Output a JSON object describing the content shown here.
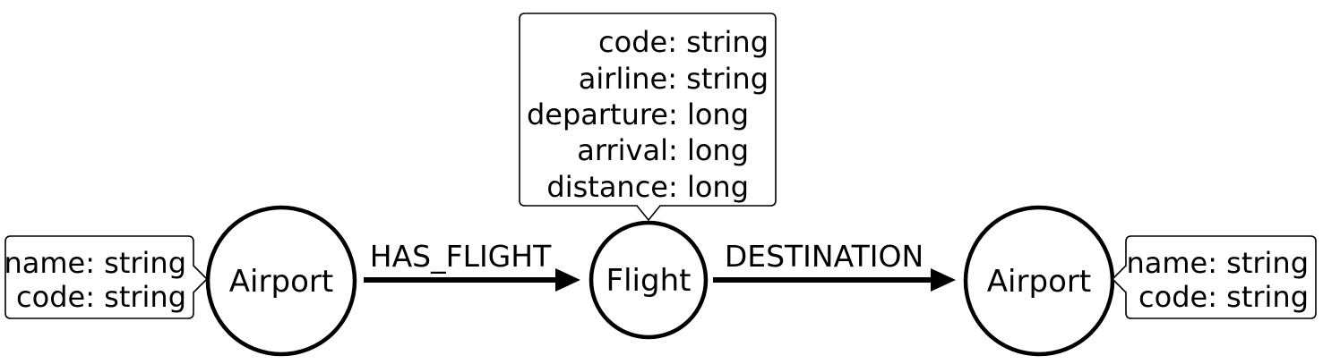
{
  "nodes": {
    "left_airport": {
      "label": "Airport",
      "properties": [
        "name: string",
        "code: string"
      ]
    },
    "flight": {
      "label": "Flight",
      "properties": [
        "code: string",
        "airline: string",
        "departure: long",
        "arrival: long",
        "distance: long"
      ]
    },
    "right_airport": {
      "label": "Airport",
      "properties": [
        "name: string",
        "code: string"
      ]
    }
  },
  "edges": {
    "has_flight": {
      "label": "HAS_FLIGHT"
    },
    "destination": {
      "label": "DESTINATION"
    }
  }
}
